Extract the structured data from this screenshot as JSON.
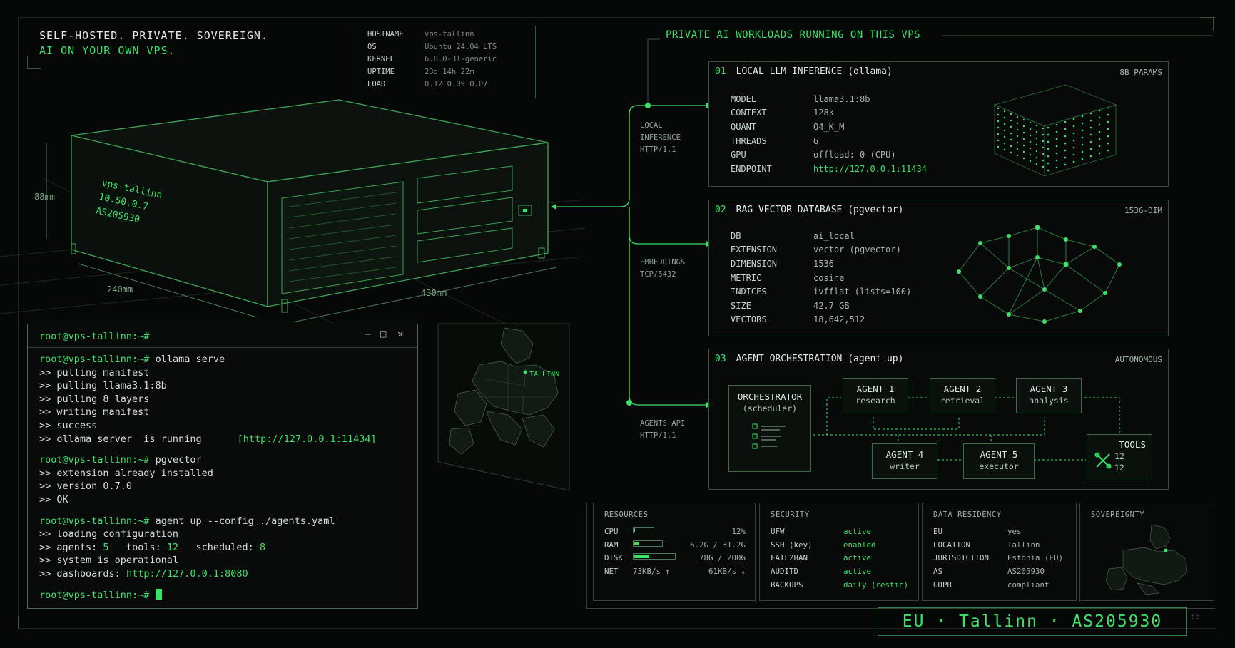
{
  "headline": {
    "line1": "SELF-HOSTED. PRIVATE. SOVEREIGN.",
    "line2": "AI ON YOUR OWN VPS."
  },
  "sysinfo": [
    {
      "k": "HOSTNAME",
      "v": "vps-tallinn"
    },
    {
      "k": "OS",
      "v": "Ubuntu 24.04 LTS"
    },
    {
      "k": "KERNEL",
      "v": "6.8.0-31-generic"
    },
    {
      "k": "UPTIME",
      "v": "23d 14h 22m"
    },
    {
      "k": "LOAD",
      "v": "0.12 0.09 0.07"
    }
  ],
  "server": {
    "label_lines": [
      "vps-tallinn",
      "10.50.0.7",
      "AS205930"
    ],
    "dim_height": "88mm",
    "dim_depth": "240mm",
    "dim_width": "430mm"
  },
  "flow_labels": {
    "local": [
      "LOCAL",
      "INFERENCE",
      "HTTP/1.1"
    ],
    "embed": [
      "EMBEDDINGS",
      "TCP/5432"
    ],
    "agents": [
      "AGENTS API",
      "HTTP/1.1"
    ]
  },
  "section_title": "PRIVATE AI WORKLOADS RUNNING ON THIS VPS",
  "panels": {
    "llm": {
      "num": "01",
      "title": "LOCAL LLM INFERENCE (ollama)",
      "tag": "8B PARAMS",
      "rows": [
        {
          "k": "MODEL",
          "v": "llama3.1:8b"
        },
        {
          "k": "CONTEXT",
          "v": "128k"
        },
        {
          "k": "QUANT",
          "v": "Q4_K_M"
        },
        {
          "k": "THREADS",
          "v": "6"
        },
        {
          "k": "GPU",
          "v": "offload: 0 (CPU)"
        },
        {
          "k": "ENDPOINT",
          "v": "http://127.0.0.1:11434"
        }
      ]
    },
    "rag": {
      "num": "02",
      "title": "RAG VECTOR DATABASE (pgvector)",
      "tag": "1536-DIM",
      "rows": [
        {
          "k": "DB",
          "v": "ai_local"
        },
        {
          "k": "EXTENSION",
          "v": "vector (pgvector)"
        },
        {
          "k": "DIMENSION",
          "v": "1536"
        },
        {
          "k": "METRIC",
          "v": "cosine"
        },
        {
          "k": "INDICES",
          "v": "ivfflat (lists=100)"
        },
        {
          "k": "SIZE",
          "v": "42.7 GB"
        },
        {
          "k": "VECTORS",
          "v": "18,642,512"
        }
      ]
    },
    "agents": {
      "num": "03",
      "title": "AGENT ORCHESTRATION (agent up)",
      "tag": "AUTONOMOUS",
      "orchestrator": {
        "title": "ORCHESTRATOR",
        "sub": "(scheduler)"
      },
      "agent1": {
        "title": "AGENT 1",
        "sub": "research"
      },
      "agent2": {
        "title": "AGENT 2",
        "sub": "retrieval"
      },
      "agent3": {
        "title": "AGENT 3",
        "sub": "analysis"
      },
      "agent4": {
        "title": "AGENT 4",
        "sub": "writer"
      },
      "agent5": {
        "title": "AGENT 5",
        "sub": "executor"
      },
      "tools": {
        "title": "TOOLS",
        "n1": "12",
        "n2": "12"
      }
    }
  },
  "terminal": {
    "title": "root@vps-tallinn:~#",
    "prompt": "root@vps-tallinn:~#",
    "cmd1": "ollama serve",
    "out1": [
      ">> pulling manifest",
      ">> pulling llama3.1:8b",
      ">> pulling 8 layers",
      ">> writing manifest",
      ">> success"
    ],
    "running_text": ">> ollama server  is running",
    "running_url": "[http://127.0.0.1:11434]",
    "cmd2": "pgvector",
    "out2": [
      ">> extension already installed",
      ">> version 0.7.0",
      ">> OK"
    ],
    "cmd3": "agent up --config ./agents.yaml",
    "out3a": ">> loading configuration",
    "agents_label": ">> agents:",
    "agents_val": "5",
    "tools_label": "tools:",
    "tools_val": "12",
    "sched_label": "scheduled:",
    "sched_val": "8",
    "out3b": ">> system is operational",
    "dash_label": ">> dashboards:",
    "dash_url": "http://127.0.0.1:8080"
  },
  "map_label": "TALLINN",
  "resources": {
    "title": "RESOURCES",
    "cpu": {
      "k": "CPU",
      "v": "12%",
      "fill": 0.12
    },
    "ram": {
      "k": "RAM",
      "v": "6.2G / 31.2G",
      "fill": 0.2
    },
    "disk": {
      "k": "DISK",
      "v": "78G / 200G",
      "fill": 0.39
    },
    "net": {
      "k": "NET",
      "down": "73KB/s ↑",
      "up": "61KB/s ↓"
    }
  },
  "security": {
    "title": "SECURITY",
    "rows": [
      {
        "k": "UFW",
        "v": "active"
      },
      {
        "k": "SSH (key)",
        "v": "enabled"
      },
      {
        "k": "FAIL2BAN",
        "v": "active"
      },
      {
        "k": "AUDITD",
        "v": "active"
      },
      {
        "k": "BACKUPS",
        "v": "daily (restic)"
      }
    ]
  },
  "residency": {
    "title": "DATA RESIDENCY",
    "rows": [
      {
        "k": "EU",
        "v": "yes"
      },
      {
        "k": "LOCATION",
        "v": "Tallinn"
      },
      {
        "k": "JURISDICTION",
        "v": "Estonia (EU)"
      },
      {
        "k": "AS",
        "v": "AS205930"
      },
      {
        "k": "GDPR",
        "v": "compliant"
      }
    ]
  },
  "sovereignty": {
    "title": "SOVEREIGNTY"
  },
  "badge": "EU · Tallinn · AS205930",
  "colors": {
    "accent": "#3ee06a",
    "background": "#060807",
    "frame": "#35503b"
  }
}
